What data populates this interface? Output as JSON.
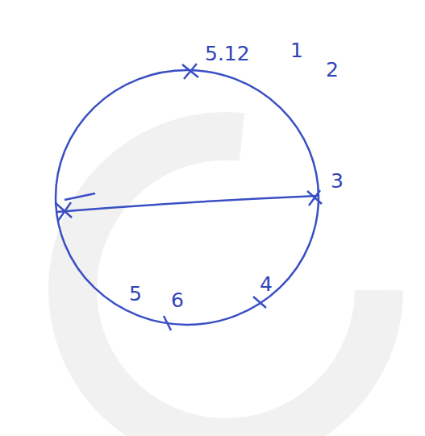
{
  "diagram": {
    "labels": [
      "5.12",
      "1",
      "2",
      "3",
      "4",
      "5",
      "6"
    ]
  }
}
